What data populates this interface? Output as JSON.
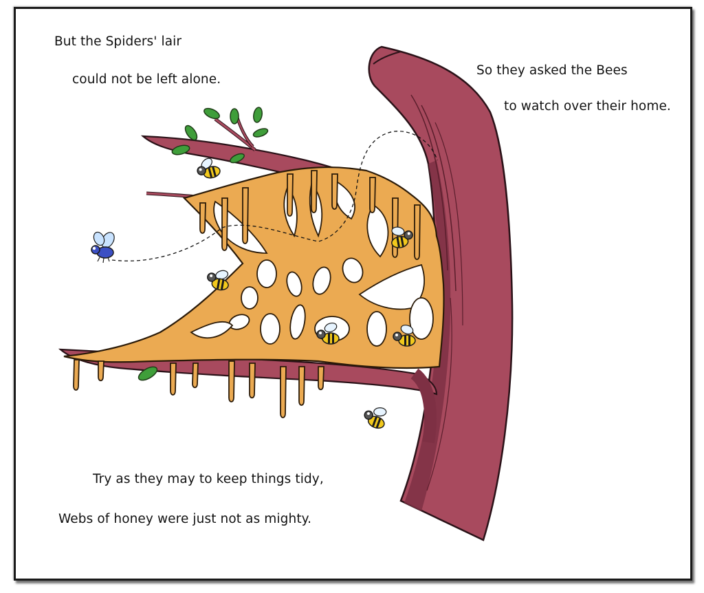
{
  "story": {
    "lines": [
      "But the Spiders' lair",
      "could not be left alone.",
      "So they asked the Bees",
      "to watch over their home.",
      "Try as they may to keep things tidy,",
      "Webs of honey were just not as mighty."
    ]
  },
  "colors": {
    "frame": "#1a1a1a",
    "trunk": "#a84a5e",
    "trunk_shadow": "#7e3044",
    "honey": "#ebaa52",
    "leaf": "#3f9e3a",
    "bee_body": "#f2c91c",
    "fly_body": "#3b4fc4"
  }
}
